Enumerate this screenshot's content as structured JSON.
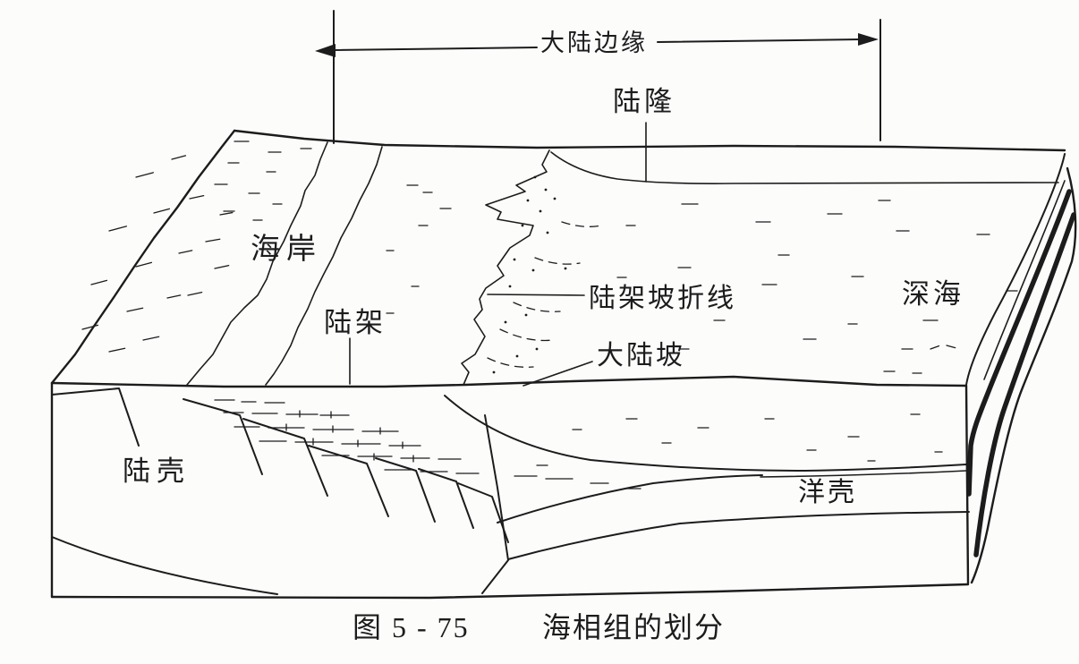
{
  "figure": {
    "type": "geological-block-diagram",
    "caption": {
      "number": "图 5 - 75",
      "title": "海相组的划分"
    },
    "labels": {
      "continental_margin": "大陆边缘",
      "continental_rise": "陆隆",
      "coast": "海岸",
      "shelf": "陆架",
      "shelf_break": "陆架坡折线",
      "continental_slope": "大陆坡",
      "deep_sea": "深海",
      "continental_crust": "陆壳",
      "oceanic_crust": "洋壳"
    },
    "colors": {
      "ink": "#1c1c1c",
      "paper": "#fcfcfb"
    }
  }
}
